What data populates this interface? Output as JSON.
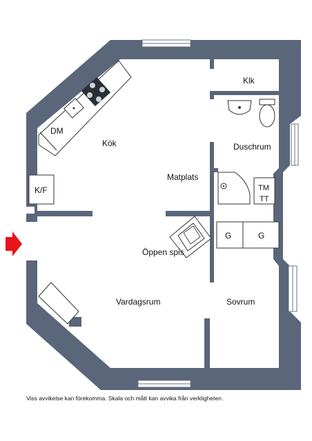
{
  "plan": {
    "rooms": {
      "kitchen": "Kök",
      "dining": "Matplats",
      "living": "Vardagsrum",
      "bedroom": "Sovrum",
      "shower": "Duschrum",
      "toilet_room": "Klk"
    },
    "fixtures": {
      "dishwasher": "DM",
      "fridge_freezer": "K/F",
      "washer": "TM",
      "dryer": "TT",
      "wardrobe_1": "G",
      "wardrobe_2": "G",
      "fireplace": "Öppen spis"
    },
    "entrance_arrow_color": "#e8141b",
    "wall_color": "#5a6679"
  },
  "disclaimer": "Viss avvikelse kan förekomma. Skala och mått kan avvika från verkligheten."
}
